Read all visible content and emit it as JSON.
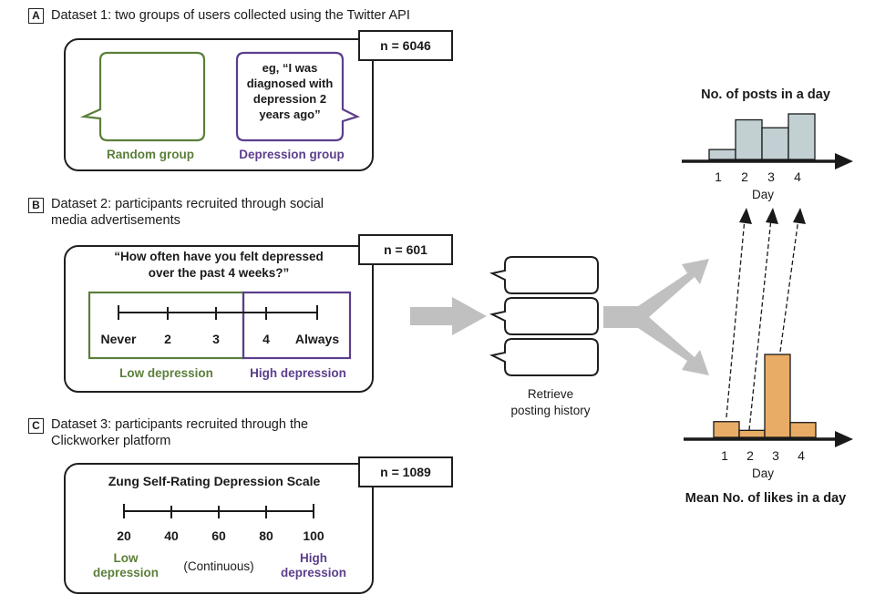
{
  "panel_a": {
    "tag": "A",
    "header": "Dataset 1: two groups of users collected using the Twitter API",
    "n": "n = 6046",
    "quote": "eg, “I was diagnosed with depression 2 years ago”",
    "random_label": "Random group",
    "depression_label": "Depression group"
  },
  "panel_b": {
    "tag": "B",
    "header_line1": "Dataset 2: participants recruited through social",
    "header_line2": "media advertisements",
    "n": "n = 601",
    "question_line1": "“How often have you felt depressed",
    "question_line2": "over the past 4 weeks?”",
    "scale": [
      "Never",
      "2",
      "3",
      "4",
      "Always"
    ],
    "low_label": "Low depression",
    "high_label": "High depression"
  },
  "panel_c": {
    "tag": "C",
    "header_line1": "Dataset 3: participants recruited through the",
    "header_line2": "Clickworker platform",
    "n": "n = 1089",
    "scale_title": "Zung Self-Rating Depression Scale",
    "scale": [
      "20",
      "40",
      "60",
      "80",
      "100"
    ],
    "low_label_line1": "Low",
    "low_label_line2": "depression",
    "continuous": "(Continuous)",
    "high_label_line1": "High",
    "high_label_line2": "depression"
  },
  "middle": {
    "retrieve_line1": "Retrieve",
    "retrieve_line2": "posting history"
  },
  "charts": {
    "posts_title": "No. of posts in a day",
    "likes_title": "Mean No. of likes in a day",
    "xlabel": "Day"
  },
  "colors": {
    "green": "#5b7f3a",
    "purple": "#5c3e8c",
    "posts_bar": "#c3d0d3",
    "likes_bar": "#e9ac66",
    "arrow_gray": "#c0c0c0"
  },
  "chart_data": [
    {
      "type": "bar",
      "title": "No. of posts in a day",
      "xlabel": "Day",
      "categories": [
        "1",
        "2",
        "3",
        "4"
      ],
      "values": [
        1,
        4,
        3.2,
        4.6
      ]
    },
    {
      "type": "bar",
      "title": "Mean No. of likes in a day",
      "xlabel": "Day",
      "categories": [
        "1",
        "2",
        "3",
        "4"
      ],
      "values": [
        1.8,
        0.8,
        9.5,
        1.7
      ]
    }
  ]
}
